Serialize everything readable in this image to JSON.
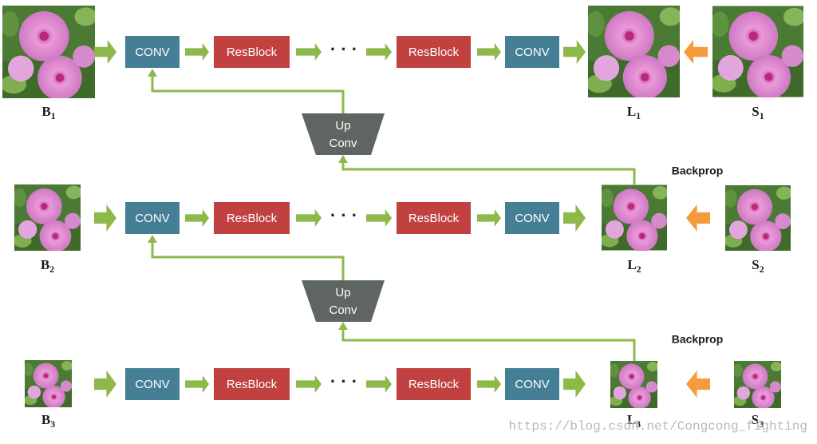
{
  "rows": [
    {
      "input": {
        "letter": "B",
        "sub": "1"
      },
      "output": {
        "letter": "L",
        "sub": "1"
      },
      "target": {
        "letter": "S",
        "sub": "1"
      },
      "blocks": [
        "CONV",
        "ResBlock",
        "· · ·",
        "ResBlock",
        "CONV"
      ]
    },
    {
      "input": {
        "letter": "B",
        "sub": "2"
      },
      "output": {
        "letter": "L",
        "sub": "2"
      },
      "target": {
        "letter": "S",
        "sub": "2"
      },
      "blocks": [
        "CONV",
        "ResBlock",
        "· · ·",
        "ResBlock",
        "CONV"
      ]
    },
    {
      "input": {
        "letter": "B",
        "sub": "3"
      },
      "output": {
        "letter": "L",
        "sub": "3"
      },
      "target": {
        "letter": "S",
        "sub": "3"
      },
      "blocks": [
        "CONV",
        "ResBlock",
        "· · ·",
        "ResBlock",
        "CONV"
      ]
    }
  ],
  "upconv": [
    {
      "line1": "Up",
      "line2": "Conv"
    },
    {
      "line1": "Up",
      "line2": "Conv"
    }
  ],
  "backprop": [
    "Backprop",
    "Backprop"
  ],
  "watermark": "https://blog.csdn.net/Congcong_fighting",
  "colors": {
    "conv": "#457f96",
    "resblock": "#c0413f",
    "upconv": "#5f6661",
    "arrow_green": "#8db84a",
    "arrow_orange": "#f59a3d",
    "flower_pink": "#d784c8",
    "flower_light": "#f0c6e8",
    "leaf": "#4d7f35"
  }
}
